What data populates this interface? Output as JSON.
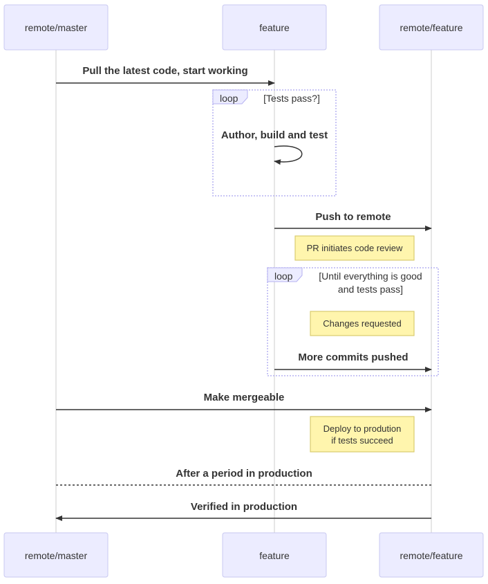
{
  "participants": [
    {
      "id": "master",
      "label": "remote/master"
    },
    {
      "id": "feature",
      "label": "feature"
    },
    {
      "id": "rfeature",
      "label": "remote/feature"
    }
  ],
  "messages": {
    "pull": "Pull the latest code, start working",
    "author": "Author, build and test",
    "push": "Push to remote",
    "more_commits": "More commits pushed",
    "mergeable": "Make mergeable",
    "period": "After a period in production",
    "verified": "Verified in production"
  },
  "loops": {
    "first": {
      "label": "loop",
      "condition": "[Tests pass?]"
    },
    "second": {
      "label": "loop",
      "condition_line1": "[Until everything is good",
      "condition_line2": "and tests pass]"
    }
  },
  "notes": {
    "review": "PR initiates code review",
    "changes": "Changes requested",
    "deploy_line1": "Deploy to prodution",
    "deploy_line2": "if tests succeed"
  },
  "colors": {
    "actor_fill": "#ececff",
    "note_fill": "#fff5ad",
    "line": "#333333"
  }
}
